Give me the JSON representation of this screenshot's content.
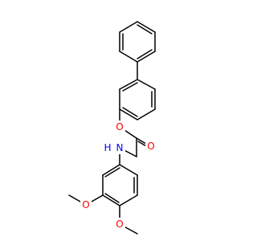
{
  "molecule": {
    "atoms": {
      "ether_oxygen": "O",
      "carbonyl_oxygen": "O",
      "amide_nitrogen": "N",
      "amide_hydrogen": "H",
      "methoxy_oxygen_1": "O",
      "methoxy_oxygen_2": "O"
    },
    "colors": {
      "bond": "#000000",
      "oxygen": "#ff0000",
      "nitrogen": "#0000ff"
    }
  }
}
